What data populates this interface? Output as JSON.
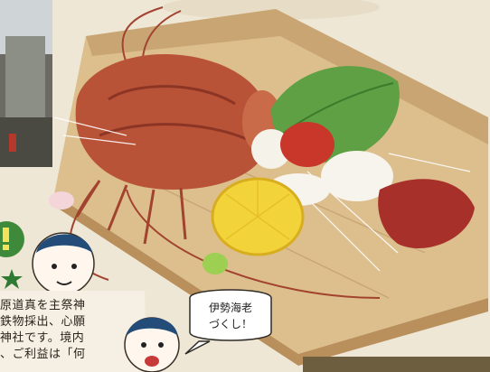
{
  "caption": {
    "line1": "原道真を主祭神",
    "line2": "鉄物採出、心願",
    "line3": "神社です。境内",
    "line4": "、ご利益は「何"
  },
  "speech_bubble": {
    "line1": "伊勢海老",
    "line2": "づくし！"
  },
  "colors": {
    "background": "#efe7d6",
    "board": "#d9b98a",
    "lobster_shell": "#b8503a",
    "leaf_green": "#5fa044",
    "lemon": "#f2d43a",
    "tuna_red": "#a8302a",
    "badge_green": "#3f8a3a",
    "star_green": "#2f7a33"
  },
  "icons": [
    "lobster-illustration",
    "star-icon",
    "exclamation-badge-icon",
    "mascot-face-icon"
  ]
}
